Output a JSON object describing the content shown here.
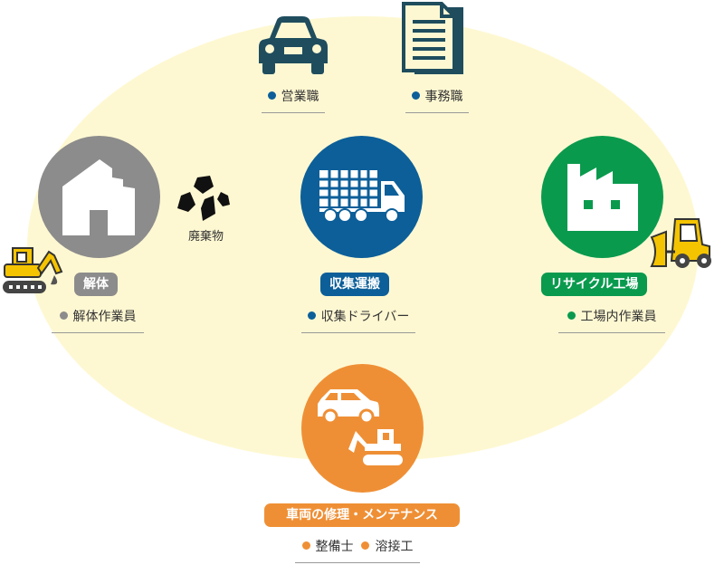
{
  "colors": {
    "gray": "#8c8c8c",
    "blue": "#0c5f99",
    "green": "#0a9a4e",
    "orange": "#ef8f35",
    "navy": "#1f4d5e",
    "cream": "#fef8d2"
  },
  "top": {
    "sales": "営業職",
    "office": "事務職"
  },
  "demolition": {
    "label": "解体",
    "jobs": [
      "解体作業員"
    ]
  },
  "waste": {
    "label": "廃棄物"
  },
  "transport": {
    "label": "収集運搬",
    "jobs": [
      "収集ドライバー"
    ]
  },
  "recycle": {
    "label": "リサイクル工場",
    "jobs": [
      "工場内作業員"
    ]
  },
  "maintenance": {
    "label": "車両の修理・メンテナンス",
    "jobs": [
      "整備士",
      "溶接工"
    ]
  }
}
